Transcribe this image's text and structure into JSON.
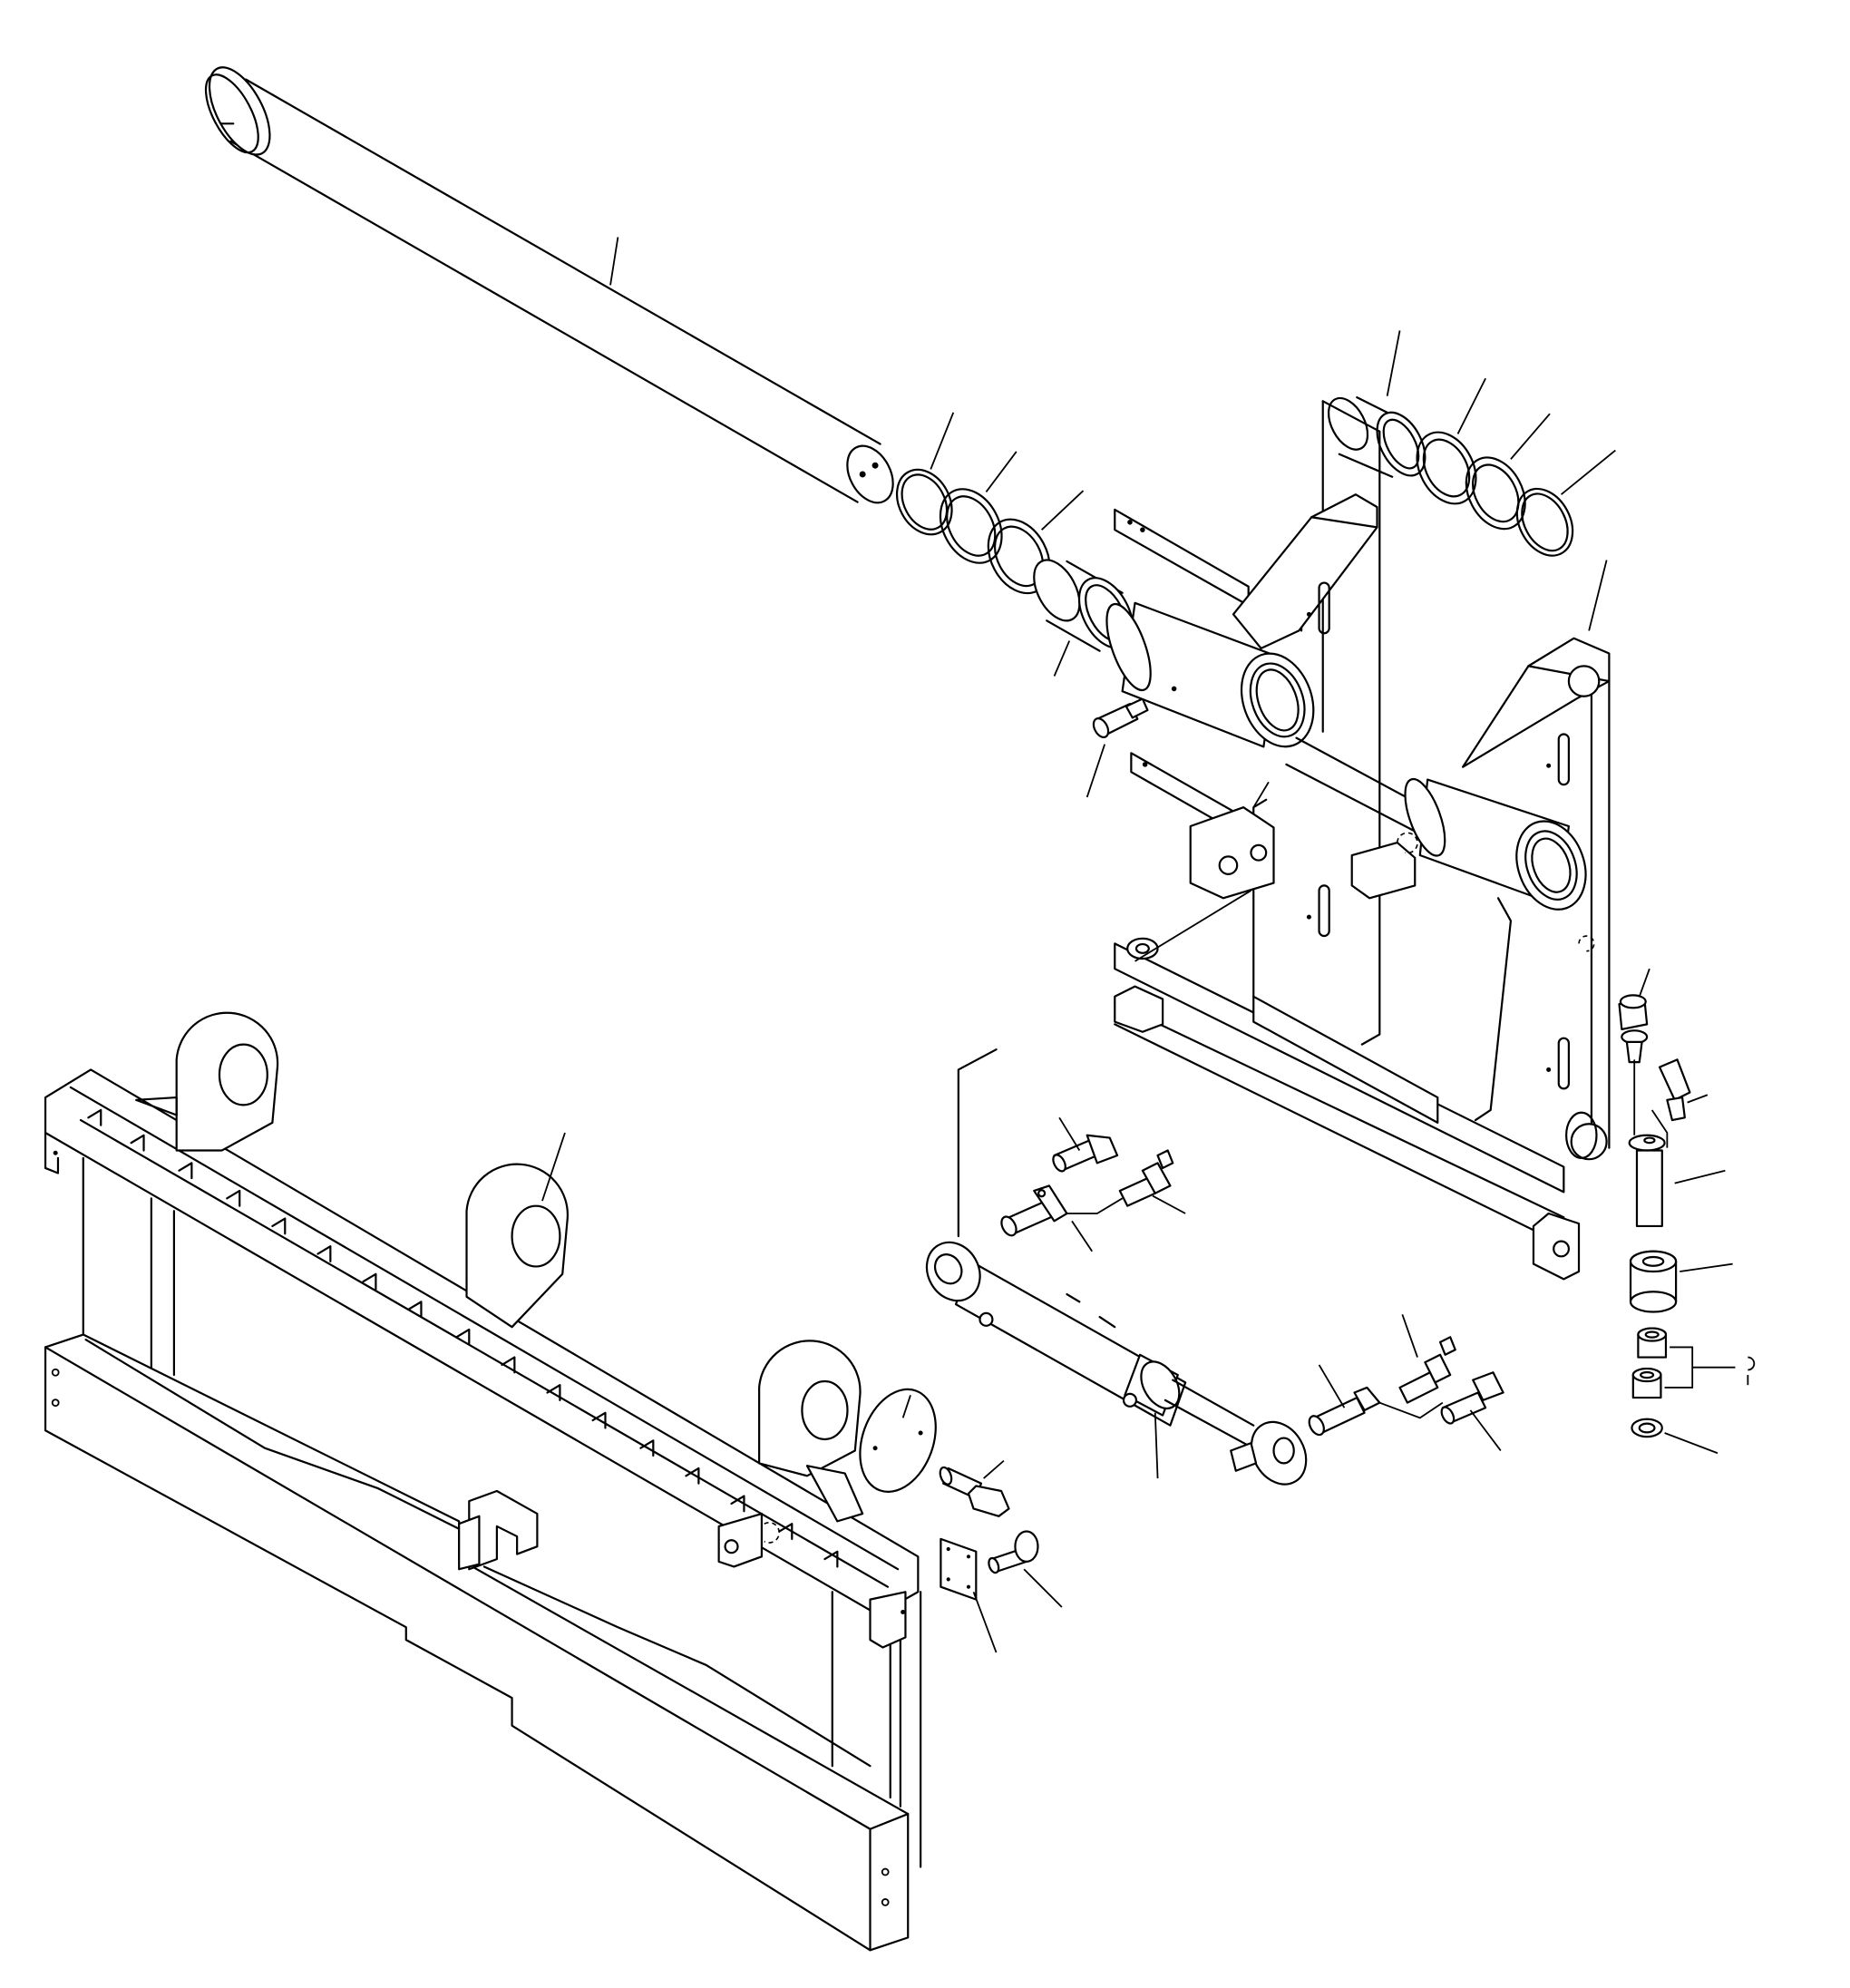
{
  "diagram": {
    "kind": "exploded parts drawing",
    "colors": {
      "line": "#000000",
      "background": "#ffffff"
    },
    "components": [
      "long-pin",
      "snap-ring-left",
      "shim-ring-left-1",
      "shim-ring-left-2",
      "bushing-left",
      "bushing-right",
      "shim-ring-right-1",
      "shim-ring-right-2",
      "snap-ring-right",
      "grease-fitting-upper",
      "mounting-bracket-frame",
      "fork-carriage",
      "hydraulic-cylinder",
      "cylinder-pin-upper",
      "cylinder-pin-lower",
      "grease-fitting-elbow-1",
      "grease-fitting-elbow-2",
      "grease-fitting-elbow-3",
      "bolt-upper",
      "pin-vertical",
      "spacer-bushing",
      "collar-pair",
      "washer",
      "plate-cover",
      "bolt-cover",
      "name-plate",
      "bolt-plate"
    ]
  }
}
